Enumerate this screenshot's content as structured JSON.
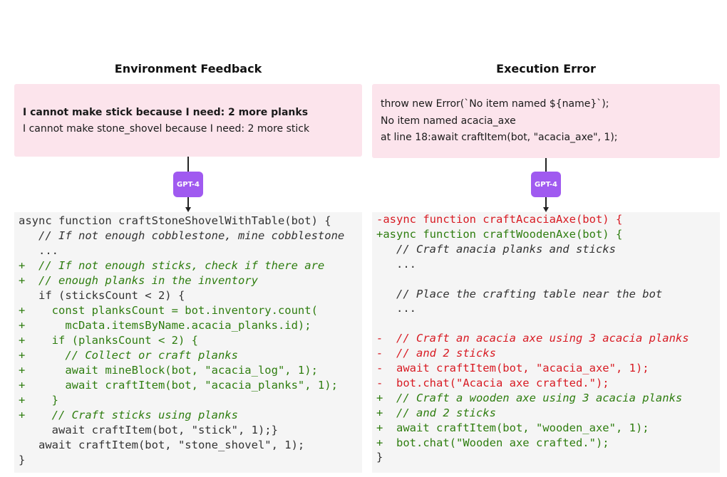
{
  "left": {
    "heading": "Environment Feedback",
    "feedback": [
      "I cannot make stick because I need:  2 more planks",
      "I cannot make stone_shovel because I need:  2 more stick"
    ],
    "badge": "GPT-4",
    "code": [
      {
        "text": "async function craftStoneShovelWithTable(bot) {",
        "kind": "plain",
        "italic": false
      },
      {
        "text": "   // If not enough cobblestone, mine cobblestone",
        "kind": "plain",
        "italic": true
      },
      {
        "text": "   ...",
        "kind": "plain",
        "italic": false
      },
      {
        "text": "+  // If not enough sticks, check if there are",
        "kind": "add",
        "italic": true
      },
      {
        "text": "+  // enough planks in the inventory",
        "kind": "add",
        "italic": true
      },
      {
        "text": "   if (sticksCount < 2) {",
        "kind": "plain",
        "italic": false
      },
      {
        "text": "+    const planksCount = bot.inventory.count(",
        "kind": "add",
        "italic": false
      },
      {
        "text": "+      mcData.itemsByName.acacia_planks.id);",
        "kind": "add",
        "italic": false
      },
      {
        "text": "+    if (planksCount < 2) {",
        "kind": "add",
        "italic": false
      },
      {
        "text": "+      // Collect or craft planks",
        "kind": "add",
        "italic": true
      },
      {
        "text": "+      await mineBlock(bot, \"acacia_log\", 1);",
        "kind": "add",
        "italic": false
      },
      {
        "text": "+      await craftItem(bot, \"acacia_planks\", 1);",
        "kind": "add",
        "italic": false
      },
      {
        "text": "+    }",
        "kind": "add",
        "italic": false
      },
      {
        "text": "+    // Craft sticks using planks",
        "kind": "add",
        "italic": true
      },
      {
        "text": "     await craftItem(bot, \"stick\", 1);}",
        "kind": "plain",
        "italic": false
      },
      {
        "text": "   await craftItem(bot, \"stone_shovel\", 1);",
        "kind": "plain",
        "italic": false
      },
      {
        "text": "}",
        "kind": "plain",
        "italic": false
      }
    ]
  },
  "right": {
    "heading": "Execution Error",
    "error": [
      "throw new Error(`No item named ${name}`);",
      "No item named acacia_axe",
      "at line 18:await craftItem(bot, \"acacia_axe\", 1);"
    ],
    "badge": "GPT-4",
    "code": [
      {
        "text": "-async function craftAcaciaAxe(bot) {",
        "kind": "del",
        "italic": false
      },
      {
        "text": "+async function craftWoodenAxe(bot) {",
        "kind": "add",
        "italic": false
      },
      {
        "text": "   // Craft anacia planks and sticks",
        "kind": "plain",
        "italic": true
      },
      {
        "text": "   ...",
        "kind": "plain",
        "italic": false
      },
      {
        "text": "",
        "kind": "plain",
        "italic": false
      },
      {
        "text": "   // Place the crafting table near the bot",
        "kind": "plain",
        "italic": true
      },
      {
        "text": "   ...",
        "kind": "plain",
        "italic": false
      },
      {
        "text": "",
        "kind": "plain",
        "italic": false
      },
      {
        "text": "-  // Craft an acacia axe using 3 acacia planks",
        "kind": "del",
        "italic": true
      },
      {
        "text": "-  // and 2 sticks",
        "kind": "del",
        "italic": true
      },
      {
        "text": "-  await craftItem(bot, \"acacia_axe\", 1);",
        "kind": "del",
        "italic": false
      },
      {
        "text": "-  bot.chat(\"Acacia axe crafted.\");",
        "kind": "del",
        "italic": false
      },
      {
        "text": "+  // Craft a wooden axe using 3 acacia planks",
        "kind": "add",
        "italic": true
      },
      {
        "text": "+  // and 2 sticks",
        "kind": "add",
        "italic": true
      },
      {
        "text": "+  await craftItem(bot, \"wooden_axe\", 1);",
        "kind": "add",
        "italic": false
      },
      {
        "text": "+  bot.chat(\"Wooden axe crafted.\");",
        "kind": "add",
        "italic": false
      },
      {
        "text": "}",
        "kind": "plain",
        "italic": false
      }
    ]
  }
}
